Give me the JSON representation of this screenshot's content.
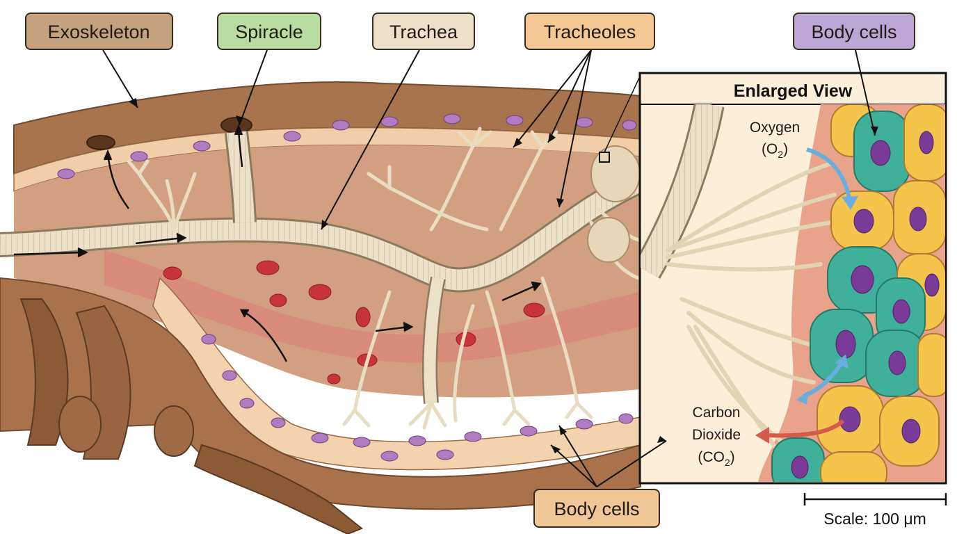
{
  "labels": {
    "exoskeleton": "Exoskeleton",
    "spiracle": "Spiracle",
    "trachea": "Trachea",
    "tracheoles": "Tracheoles",
    "body_cells_top": "Body cells",
    "body_cells_bottom": "Body cells"
  },
  "inset": {
    "title": "Enlarged View",
    "oxygen_word": "Oxygen",
    "oxygen_formula_main": "(O",
    "oxygen_formula_sub": "2",
    "oxygen_formula_close": ")",
    "co2_line1": "Carbon",
    "co2_line2": "Dioxide",
    "co2_formula_main": "(CO",
    "co2_formula_sub": "2",
    "co2_formula_close": ")"
  },
  "scale_bar": {
    "text": "Scale: 100 μm"
  },
  "colors": {
    "exoskeleton_label": "#c4a27e",
    "spiracle_label": "#b9dca0",
    "trachea_label": "#ece0c8",
    "tracheoles_label": "#f4c895",
    "body_cells_top_label": "#bba6d6",
    "body_cells_bottom_label": "#f0c696",
    "oxygen_arrow": "#6aaee0",
    "co2_arrow": "#d65a4a"
  }
}
